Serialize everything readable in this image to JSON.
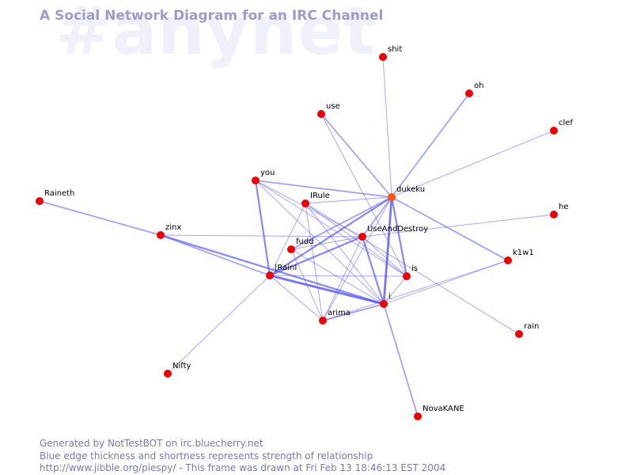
{
  "watermark": "#anynet",
  "title": "A Social Network Diagram for an IRC Channel",
  "footer": {
    "line1": "Generated by NotTestBOT on irc.bluecherry.net",
    "line2": "Blue edge thickness and shortness represents strength of relationship",
    "line3": "http://www.jibble.org/piespy/ - This frame was drawn at Fri Feb 13 18:46:13 EST 2004"
  },
  "colors": {
    "node": "#ee0000",
    "node_active": "#ff5500",
    "edge": "#5a5af0",
    "title": "#9b9bcc",
    "watermark": "#f0f0fb",
    "footer": "#7a7aa8"
  },
  "nodes": [
    {
      "id": "shit",
      "label": "shit"
    },
    {
      "id": "oh",
      "label": "oh"
    },
    {
      "id": "use",
      "label": "use"
    },
    {
      "id": "clef",
      "label": "clef"
    },
    {
      "id": "you",
      "label": "you"
    },
    {
      "id": "dukeku",
      "label": "dukeku",
      "active": true
    },
    {
      "id": "Raineth",
      "label": "Raineth"
    },
    {
      "id": "IRule",
      "label": "IRule"
    },
    {
      "id": "he",
      "label": "he"
    },
    {
      "id": "zinx",
      "label": "zinx"
    },
    {
      "id": "UseAndDestroy",
      "label": "UseAndDestroy"
    },
    {
      "id": "fudd",
      "label": "fudd"
    },
    {
      "id": "k1w1",
      "label": "k1w1"
    },
    {
      "id": "IRainI",
      "label": "|RainI"
    },
    {
      "id": "is",
      "label": "is"
    },
    {
      "id": "i",
      "label": "i"
    },
    {
      "id": "arima",
      "label": "arima"
    },
    {
      "id": "rain",
      "label": "rain"
    },
    {
      "id": "Nifty",
      "label": "Nifty"
    },
    {
      "id": "NovaKANE",
      "label": "NovaKANE"
    }
  ],
  "edges": [
    {
      "source": "shit",
      "target": "dukeku",
      "strength": 1
    },
    {
      "source": "oh",
      "target": "dukeku",
      "strength": 2
    },
    {
      "source": "clef",
      "target": "dukeku",
      "strength": 1
    },
    {
      "source": "use",
      "target": "dukeku",
      "strength": 2
    },
    {
      "source": "use",
      "target": "is",
      "strength": 1
    },
    {
      "source": "you",
      "target": "dukeku",
      "strength": 2
    },
    {
      "source": "you",
      "target": "UseAndDestroy",
      "strength": 1
    },
    {
      "source": "you",
      "target": "IRainI",
      "strength": 3
    },
    {
      "source": "you",
      "target": "i",
      "strength": 1
    },
    {
      "source": "you",
      "target": "is",
      "strength": 1
    },
    {
      "source": "Raineth",
      "target": "zinx",
      "strength": 2
    },
    {
      "source": "zinx",
      "target": "IRainI",
      "strength": 2
    },
    {
      "source": "zinx",
      "target": "UseAndDestroy",
      "strength": 1
    },
    {
      "source": "zinx",
      "target": "i",
      "strength": 3
    },
    {
      "source": "IRule",
      "target": "dukeku",
      "strength": 1
    },
    {
      "source": "IRule",
      "target": "is",
      "strength": 1
    },
    {
      "source": "IRule",
      "target": "i",
      "strength": 1
    },
    {
      "source": "IRule",
      "target": "arima",
      "strength": 1
    },
    {
      "source": "IRule",
      "target": "IRainI",
      "strength": 1
    },
    {
      "source": "IRule",
      "target": "rain",
      "strength": 1
    },
    {
      "source": "he",
      "target": "UseAndDestroy",
      "strength": 1
    },
    {
      "source": "dukeku",
      "target": "UseAndDestroy",
      "strength": 2
    },
    {
      "source": "dukeku",
      "target": "IRainI",
      "strength": 3
    },
    {
      "source": "dukeku",
      "target": "i",
      "strength": 4
    },
    {
      "source": "dukeku",
      "target": "is",
      "strength": 3
    },
    {
      "source": "dukeku",
      "target": "k1w1",
      "strength": 2
    },
    {
      "source": "dukeku",
      "target": "fudd",
      "strength": 2
    },
    {
      "source": "dukeku",
      "target": "arima",
      "strength": 1
    },
    {
      "source": "UseAndDestroy",
      "target": "IRainI",
      "strength": 3
    },
    {
      "source": "UseAndDestroy",
      "target": "i",
      "strength": 3
    },
    {
      "source": "UseAndDestroy",
      "target": "arima",
      "strength": 1
    },
    {
      "source": "UseAndDestroy",
      "target": "is",
      "strength": 1
    },
    {
      "source": "UseAndDestroy",
      "target": "fudd",
      "strength": 1
    },
    {
      "source": "fudd",
      "target": "i",
      "strength": 1
    },
    {
      "source": "fudd",
      "target": "arima",
      "strength": 1
    },
    {
      "source": "IRainI",
      "target": "i",
      "strength": 4
    },
    {
      "source": "IRainI",
      "target": "is",
      "strength": 1
    },
    {
      "source": "IRainI",
      "target": "arima",
      "strength": 1
    },
    {
      "source": "IRainI",
      "target": "Nifty",
      "strength": 1
    },
    {
      "source": "i",
      "target": "is",
      "strength": 1
    },
    {
      "source": "i",
      "target": "k1w1",
      "strength": 1
    },
    {
      "source": "i",
      "target": "NovaKANE",
      "strength": 2
    },
    {
      "source": "arima",
      "target": "k1w1",
      "strength": 1
    },
    {
      "source": "arima",
      "target": "i",
      "strength": 2
    }
  ]
}
